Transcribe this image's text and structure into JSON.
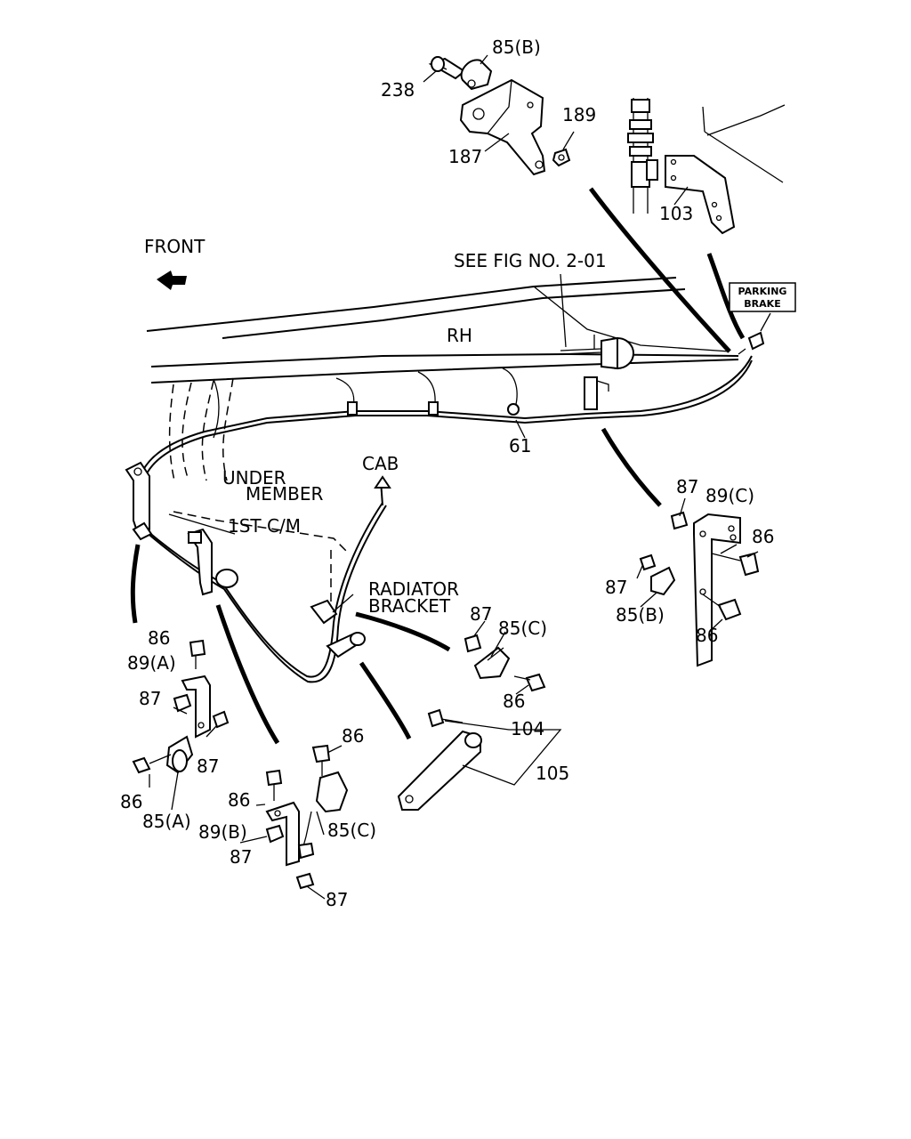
{
  "labels": {
    "front": "FRONT",
    "see_fig": "SEE FIG NO. 2-01",
    "rh": "RH",
    "cab": "CAB",
    "under": "UNDER",
    "member": "MEMBER",
    "first_cm": "1ST C/M",
    "radiator": "RADIATOR",
    "bracket": "BRACKET",
    "parking": "PARKING",
    "brake": "BRAKE"
  },
  "callouts": {
    "p238": "238",
    "p85b_top": "85(B)",
    "p189": "189",
    "p187": "187",
    "p103": "103",
    "p61": "61",
    "p87_right_top": "87",
    "p89c": "89(C)",
    "p86_right_top": "86",
    "p87_right_mid": "87",
    "p85b_right": "85(B)",
    "p86_right_bot": "86",
    "p86_left_top": "86",
    "p89a": "89(A)",
    "p87_left_mid": "87",
    "p87_left_low": "87",
    "p86_left_bot": "86",
    "p85a": "85(A)",
    "p87_center": "87",
    "p85c_center": "85(C)",
    "p86_center": "86",
    "p104": "104",
    "p105": "105",
    "p86_bot_right": "86",
    "p86_bot_left": "86",
    "p89b": "89(B)",
    "p85c_bot": "85(C)",
    "p87_bot_left": "87",
    "p87_bot": "87"
  }
}
